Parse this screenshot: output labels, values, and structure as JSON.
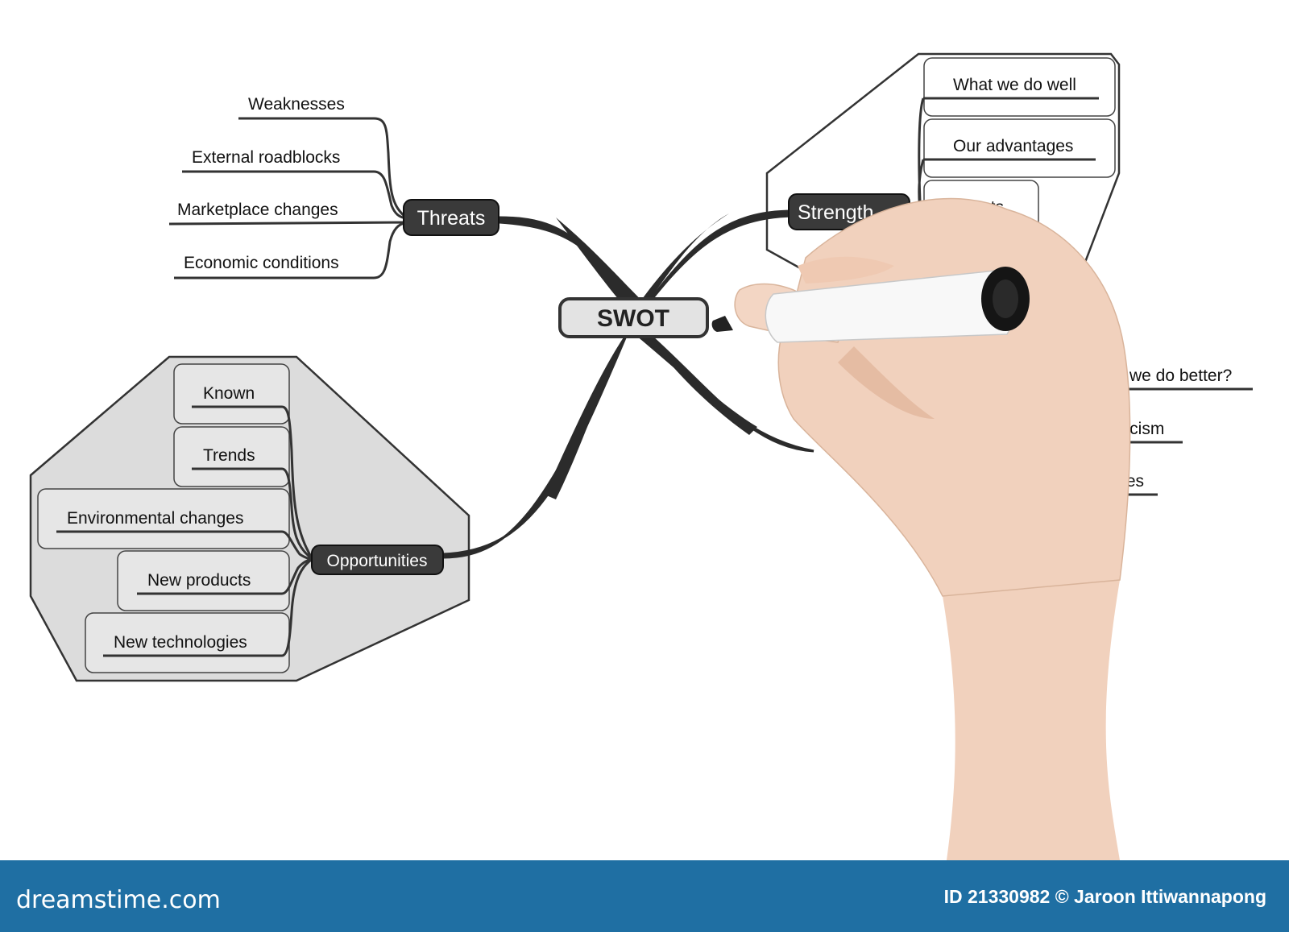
{
  "diagram": {
    "center": "SWOT",
    "threats": {
      "label": "Threats",
      "items": [
        "Weaknesses",
        "External roadblocks",
        "Marketplace changes",
        "Economic conditions"
      ]
    },
    "strengths": {
      "label": "Strength",
      "items": [
        "What we do well",
        "Our advantages",
        "Assets"
      ]
    },
    "opportunities": {
      "label": "Opportunities",
      "items": [
        "Known",
        "Trends",
        "Environmental changes",
        "New products",
        "New technologies"
      ]
    },
    "weaknesses_partial": {
      "items": [
        "we do better?",
        "riticism",
        "lities"
      ]
    }
  },
  "footer": {
    "brand": "dreamstime.com",
    "credit": "ID 21330982 © Jaroon Ittiwannapong"
  },
  "colors": {
    "node_fill": "#3a3a3a",
    "panel_fill": "#dcdcdc",
    "footer": "#1f6fa3",
    "skin": "#f1d1bd"
  }
}
